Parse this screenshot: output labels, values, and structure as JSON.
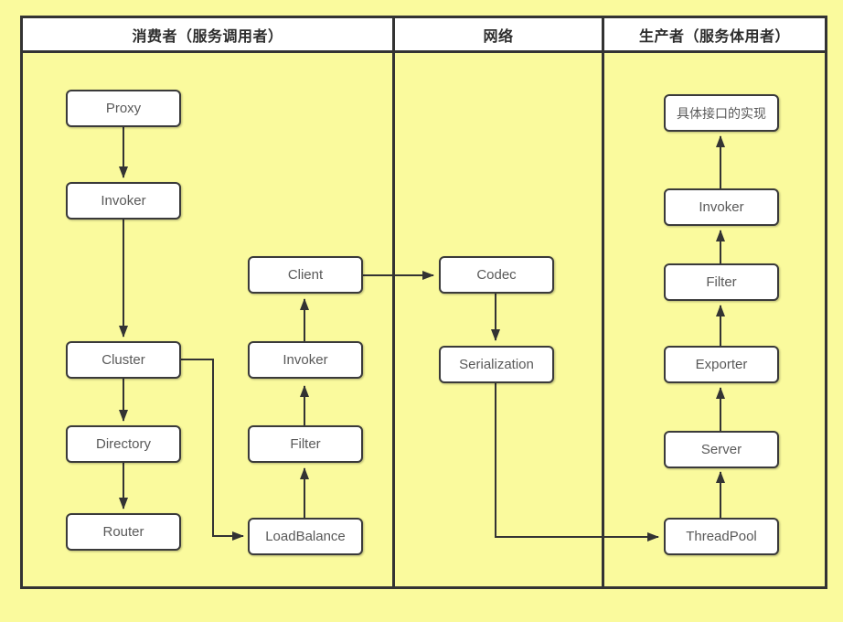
{
  "diagram": {
    "columns": [
      {
        "header": "消费者（服务调用者）"
      },
      {
        "header": "网络"
      },
      {
        "header": "生产者（服务体用者）"
      }
    ],
    "nodes": {
      "proxy": "Proxy",
      "consumer_invoker": "Invoker",
      "cluster": "Cluster",
      "directory": "Directory",
      "router": "Router",
      "client": "Client",
      "chain_invoker": "Invoker",
      "chain_filter": "Filter",
      "loadbalance": "LoadBalance",
      "codec": "Codec",
      "serialization": "Serialization",
      "impl": "具体接口的实现",
      "provider_invoker": "Invoker",
      "provider_filter": "Filter",
      "exporter": "Exporter",
      "server": "Server",
      "threadpool": "ThreadPool"
    },
    "colors": {
      "canvas_background": "#fafa9d",
      "box_fill": "#ffffff",
      "border_and_arrows": "#333333",
      "box_label_text": "#595959",
      "header_text": "#2d2d2d"
    }
  }
}
